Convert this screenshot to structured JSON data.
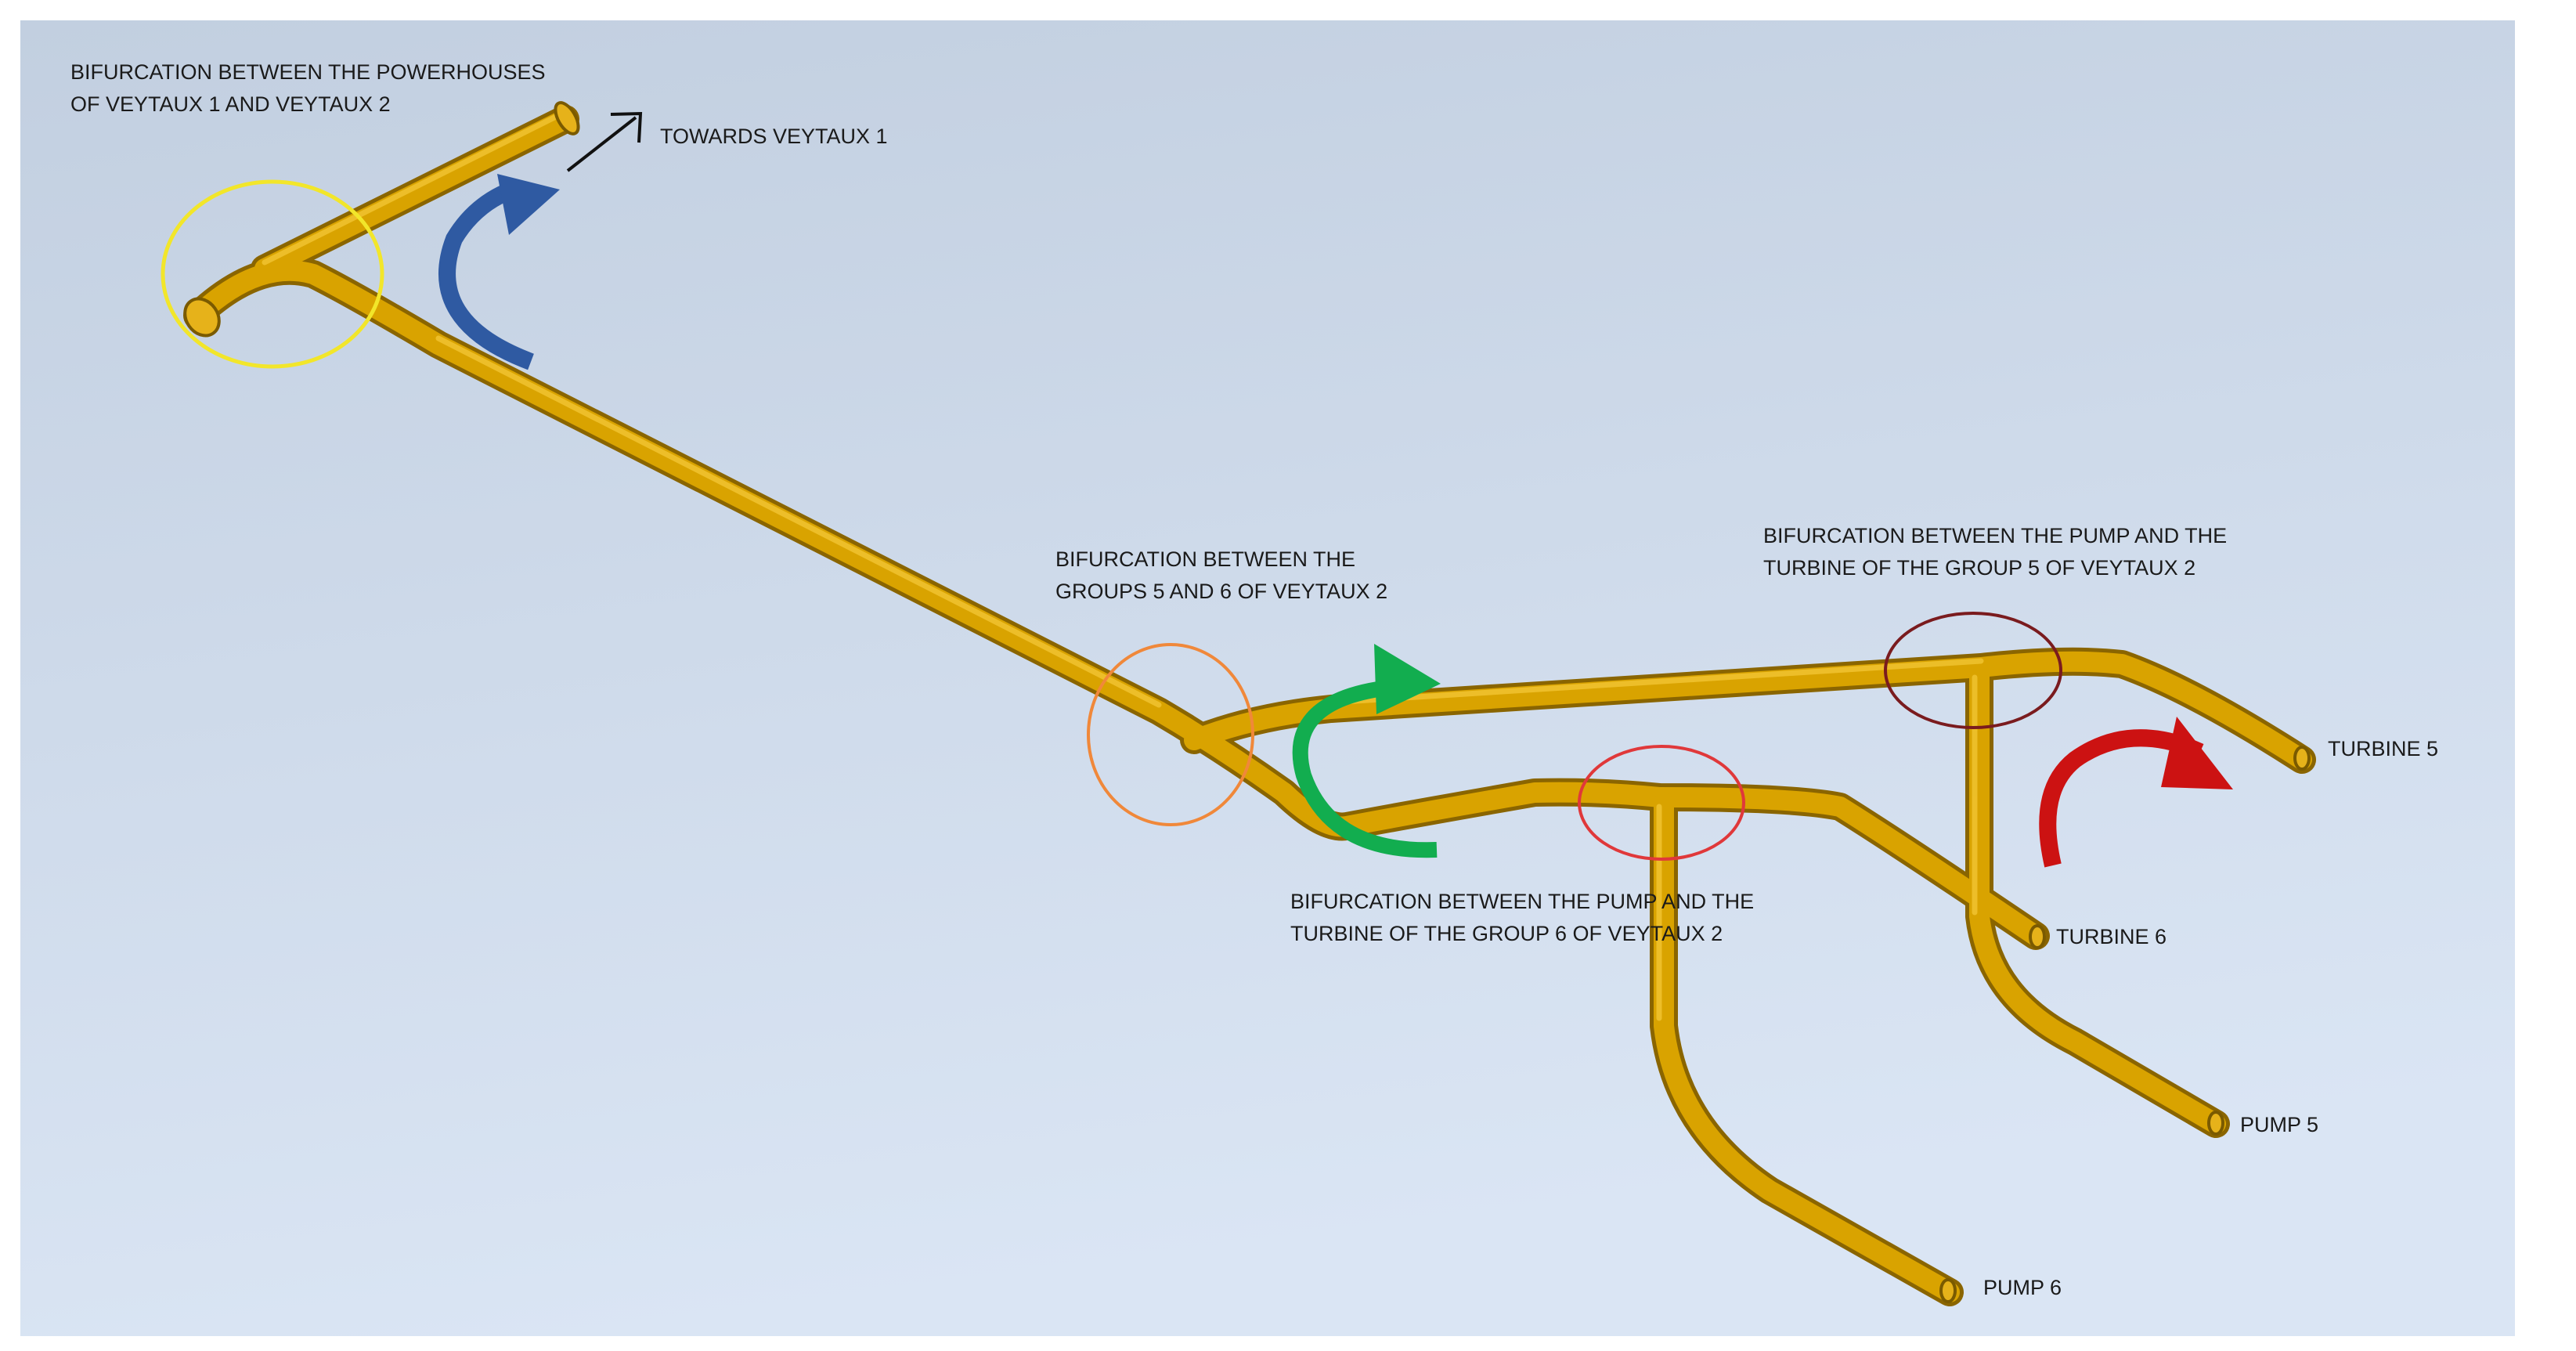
{
  "colors": {
    "background_top": "#c2cfe0",
    "background_bottom": "#dae5f4",
    "pipe": "#d9a300",
    "pipe_shadow": "#8a6500",
    "pipe_highlight": "#f0c330",
    "circle_powerhouses": "#f2e62a",
    "circle_groups": "#f0883a",
    "circle_group6": "#e0383a",
    "circle_group5": "#7a1b1e",
    "arrow_blue": "#2f5aa2",
    "arrow_green": "#12ad4f",
    "arrow_red": "#cc1212",
    "arrow_black": "#111111"
  },
  "labels": {
    "powerhouses": {
      "line1": "BIFURCATION BETWEEN THE POWERHOUSES",
      "line2": "OF VEYTAUX 1 AND VEYTAUX 2"
    },
    "towards": "TOWARDS VEYTAUX 1",
    "groups": {
      "line1": "BIFURCATION BETWEEN THE",
      "line2": "GROUPS 5 AND 6 OF VEYTAUX 2"
    },
    "group5": {
      "line1": "BIFURCATION BETWEEN THE PUMP AND THE",
      "line2": "TURBINE OF THE GROUP 5 OF VEYTAUX 2"
    },
    "group6": {
      "line1": "BIFURCATION BETWEEN THE PUMP AND THE",
      "line2": "TURBINE OF THE GROUP 6 OF VEYTAUX 2"
    },
    "turbine5": "TURBINE 5",
    "turbine6": "TURBINE 6",
    "pump5": "PUMP 5",
    "pump6": "PUMP 6"
  }
}
